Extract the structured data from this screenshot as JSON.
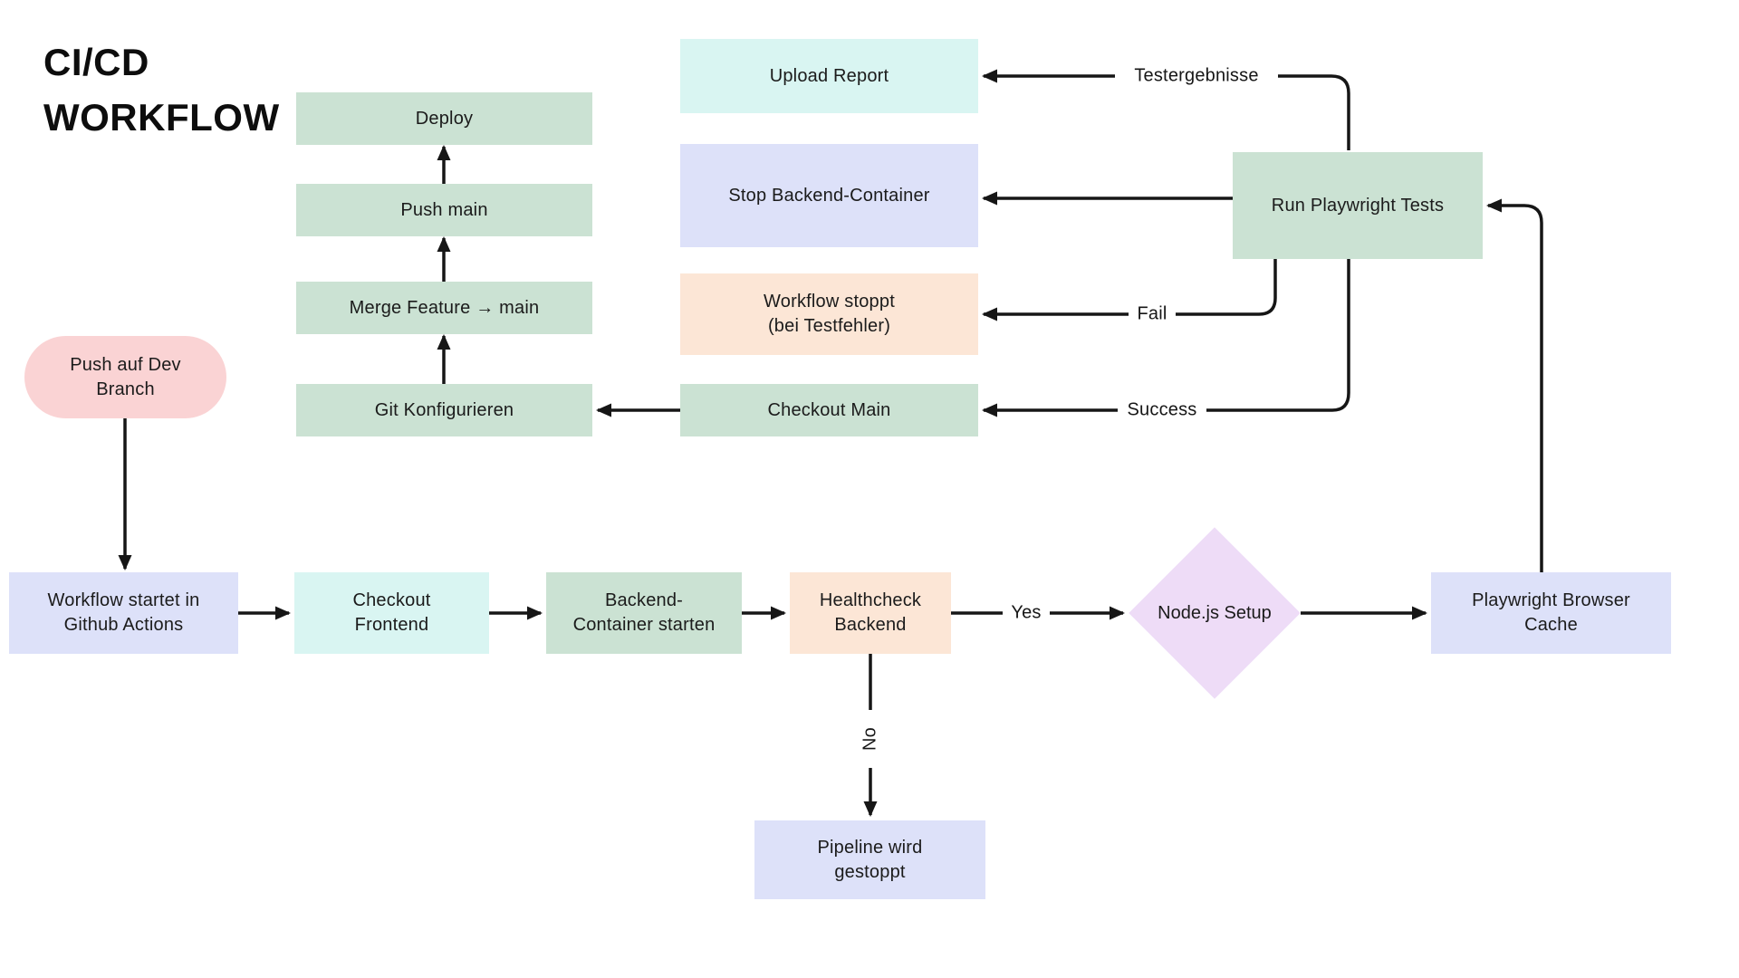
{
  "title": "CI/CD\nWORKFLOW",
  "nodes": {
    "push_dev": {
      "label": "Push auf Dev\nBranch"
    },
    "deploy": {
      "label": "Deploy"
    },
    "push_main": {
      "label": "Push main"
    },
    "merge_feature": {
      "label": "Merge Feature → main"
    },
    "git_config": {
      "label": "Git Konfigurieren"
    },
    "upload_report": {
      "label": "Upload Report"
    },
    "stop_backend": {
      "label": "Stop Backend-Container"
    },
    "workflow_stop": {
      "label": "Workflow stoppt\n(bei Testfehler)"
    },
    "checkout_main": {
      "label": "Checkout Main"
    },
    "run_tests": {
      "label": "Run Playwright Tests"
    },
    "workflow_start": {
      "label": "Workflow startet in\nGithub Actions"
    },
    "checkout_frontend": {
      "label": "Checkout\nFrontend"
    },
    "backend_start": {
      "label": "Backend-\nContainer starten"
    },
    "healthcheck": {
      "label": "Healthcheck\nBackend"
    },
    "nodejs_setup": {
      "label": "Node.js Setup"
    },
    "playwright_cache": {
      "label": "Playwright Browser\nCache"
    },
    "pipeline_stopped": {
      "label": "Pipeline wird\ngestoppt"
    }
  },
  "edges": {
    "testergebnisse": "Testergebnisse",
    "fail": "Fail",
    "success": "Success",
    "yes": "Yes",
    "no": "No"
  },
  "colors": {
    "green": "#cbe2d3",
    "cyan": "#d9f5f2",
    "lavender": "#dde1f9",
    "peach": "#fce6d6",
    "pink": "#fad3d4",
    "lilac": "#eedcf7"
  }
}
